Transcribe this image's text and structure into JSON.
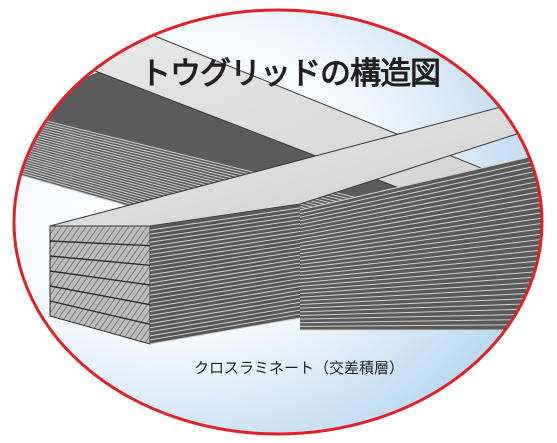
{
  "diagram": {
    "title": "トウグリッドの構造図",
    "caption": "クロスラミネート（交差積層）",
    "colors": {
      "outline": "#e02127",
      "background_light": "#ffffff",
      "background_blue": "#a6cdeb",
      "tape_top": "#d6d6d6",
      "tape_edge": "#4a4a4a"
    },
    "layers": 6
  }
}
